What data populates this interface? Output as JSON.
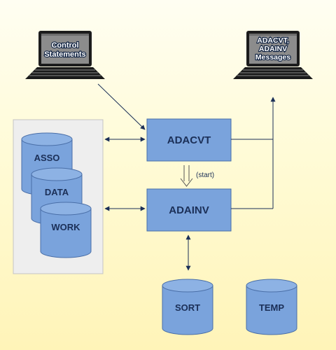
{
  "terminals": {
    "control": {
      "line1": "Control",
      "line2": "Statements"
    },
    "messages": {
      "line1": "ADACVT,",
      "line2": "ADAINV",
      "line3": "Messages"
    }
  },
  "processes": {
    "adacvt": "ADACVT",
    "adainv": "ADAINV"
  },
  "start_label": "(start)",
  "datasets": {
    "asso": "ASSO",
    "data": "DATA",
    "work": "WORK",
    "sort": "SORT",
    "temp": "TEMP"
  },
  "colors": {
    "box_fill": "#7aa3dc",
    "box_stroke": "#4a6fa8",
    "text": "#1b2f57",
    "arrow": "#1b2f57",
    "panel": "#eeeeee",
    "screen": "#8c8c8c"
  }
}
